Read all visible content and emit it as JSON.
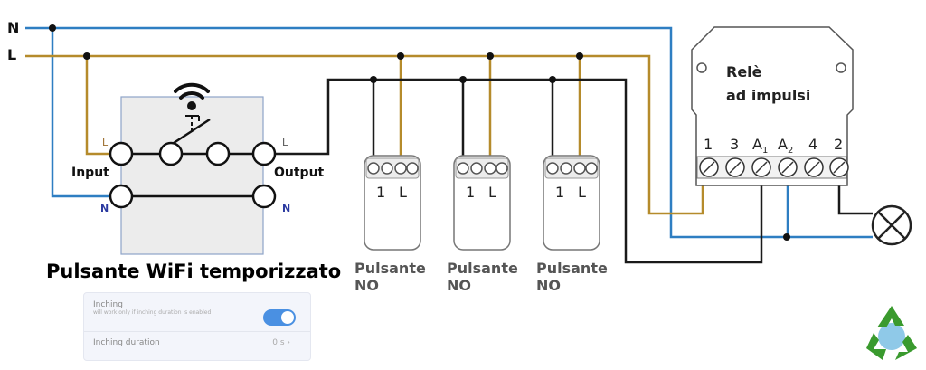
{
  "lines": {
    "neutral": "N",
    "live": "L"
  },
  "wifi_switch": {
    "title": "Pulsante WiFi temporizzato",
    "input_label": "Input",
    "output_label": "Output",
    "terminal_L": "L",
    "terminal_N": "N"
  },
  "pushbuttons": [
    {
      "terminal_1": "1",
      "terminal_L": "L",
      "label_line1": "Pulsante",
      "label_line2": "NO"
    },
    {
      "terminal_1": "1",
      "terminal_L": "L",
      "label_line1": "Pulsante",
      "label_line2": "NO"
    },
    {
      "terminal_1": "1",
      "terminal_L": "L",
      "label_line1": "Pulsante",
      "label_line2": "NO"
    }
  ],
  "relay": {
    "title_line1": "Relè",
    "title_line2": "ad impulsi",
    "terminals": [
      "1",
      "3",
      "A",
      "A",
      "4",
      "2"
    ],
    "a1_sub": "1",
    "a2_sub": "2"
  },
  "app_settings": {
    "inching_title": "Inching",
    "inching_subtitle": "will work only if inching duration is enabled",
    "inching_enabled": true,
    "duration_label": "Inching duration",
    "duration_value": "0 s"
  },
  "colors": {
    "neutral_wire": "#2e7ec2",
    "live_wire": "#b58b2b",
    "control_wire": "#1a1a1a",
    "terminal_label_blue": "#2b3aa0",
    "terminal_label_brown": "#9a6b2a",
    "toggle": "#4a90e2",
    "recycle_green": "#3a9a2e"
  },
  "icons": [
    "wifi-icon",
    "lamp-icon",
    "recycle-icon",
    "chevron-right-icon"
  ]
}
